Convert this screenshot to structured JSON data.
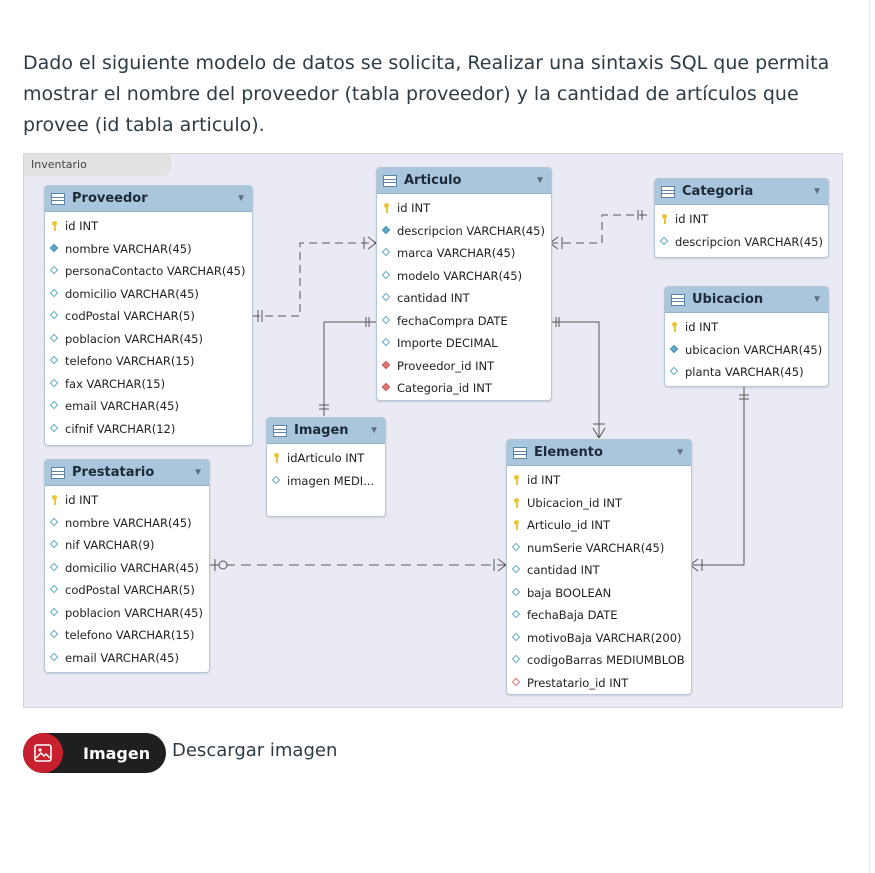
{
  "question": "Dado el siguiente modelo de datos se solicita, Realizar una sintaxis SQL que permita mostrar el nombre del proveedor (tabla proveedor) y la cantidad de artículos que provee (id tabla articulo).",
  "diagram": {
    "tab_label": "Inventario",
    "tables": {
      "proveedor": {
        "title": "Proveedor",
        "fields": [
          {
            "icon": "key",
            "text": "id INT"
          },
          {
            "icon": "dia-filled",
            "text": "nombre VARCHAR(45)"
          },
          {
            "icon": "dia",
            "text": "personaContacto VARCHAR(45)"
          },
          {
            "icon": "dia",
            "text": "domicilio VARCHAR(45)"
          },
          {
            "icon": "dia",
            "text": "codPostal VARCHAR(5)"
          },
          {
            "icon": "dia",
            "text": "poblacion VARCHAR(45)"
          },
          {
            "icon": "dia",
            "text": "telefono VARCHAR(15)"
          },
          {
            "icon": "dia",
            "text": "fax VARCHAR(15)"
          },
          {
            "icon": "dia",
            "text": "email VARCHAR(45)"
          },
          {
            "icon": "dia",
            "text": "cifnif VARCHAR(12)"
          }
        ]
      },
      "articulo": {
        "title": "Articulo",
        "fields": [
          {
            "icon": "key",
            "text": "id INT"
          },
          {
            "icon": "dia-filled",
            "text": "descripcion VARCHAR(45)"
          },
          {
            "icon": "dia",
            "text": "marca VARCHAR(45)"
          },
          {
            "icon": "dia",
            "text": "modelo VARCHAR(45)"
          },
          {
            "icon": "dia",
            "text": "cantidad INT"
          },
          {
            "icon": "dia",
            "text": "fechaCompra DATE"
          },
          {
            "icon": "dia",
            "text": "Importe DECIMAL"
          },
          {
            "icon": "dia-fk",
            "text": "Proveedor_id INT"
          },
          {
            "icon": "dia-fk",
            "text": "Categoria_id INT"
          }
        ]
      },
      "categoria": {
        "title": "Categoria",
        "fields": [
          {
            "icon": "key",
            "text": "id INT"
          },
          {
            "icon": "dia",
            "text": "descripcion VARCHAR(45)"
          }
        ]
      },
      "ubicacion": {
        "title": "Ubicacion",
        "fields": [
          {
            "icon": "key",
            "text": "id INT"
          },
          {
            "icon": "dia-filled",
            "text": "ubicacion VARCHAR(45)"
          },
          {
            "icon": "dia",
            "text": "planta VARCHAR(45)"
          }
        ]
      },
      "imagen": {
        "title": "Imagen",
        "fields": [
          {
            "icon": "key",
            "text": "idArticulo INT"
          },
          {
            "icon": "dia",
            "text": "imagen MEDI..."
          }
        ]
      },
      "prestatario": {
        "title": "Prestatario",
        "fields": [
          {
            "icon": "key",
            "text": "id INT"
          },
          {
            "icon": "dia",
            "text": "nombre VARCHAR(45)"
          },
          {
            "icon": "dia",
            "text": "nif VARCHAR(9)"
          },
          {
            "icon": "dia",
            "text": "domicilio VARCHAR(45)"
          },
          {
            "icon": "dia",
            "text": "codPostal VARCHAR(5)"
          },
          {
            "icon": "dia",
            "text": "poblacion VARCHAR(45)"
          },
          {
            "icon": "dia",
            "text": "telefono VARCHAR(15)"
          },
          {
            "icon": "dia",
            "text": "email VARCHAR(45)"
          }
        ]
      },
      "elemento": {
        "title": "Elemento",
        "fields": [
          {
            "icon": "key",
            "text": "id INT"
          },
          {
            "icon": "key",
            "text": "Ubicacion_id INT"
          },
          {
            "icon": "key",
            "text": "Articulo_id INT"
          },
          {
            "icon": "dia",
            "text": "numSerie VARCHAR(45)"
          },
          {
            "icon": "dia",
            "text": "cantidad INT"
          },
          {
            "icon": "dia",
            "text": "baja BOOLEAN"
          },
          {
            "icon": "dia",
            "text": "fechaBaja DATE"
          },
          {
            "icon": "dia",
            "text": "motivoBaja VARCHAR(200)"
          },
          {
            "icon": "dia",
            "text": "codigoBarras MEDIUMBLOB"
          },
          {
            "icon": "dia-fk-o",
            "text": "Prestatario_id INT"
          }
        ]
      }
    }
  },
  "attachment": {
    "button_label": "Imagen",
    "link_text": "Descargar imagen",
    "icon": "image-icon"
  }
}
